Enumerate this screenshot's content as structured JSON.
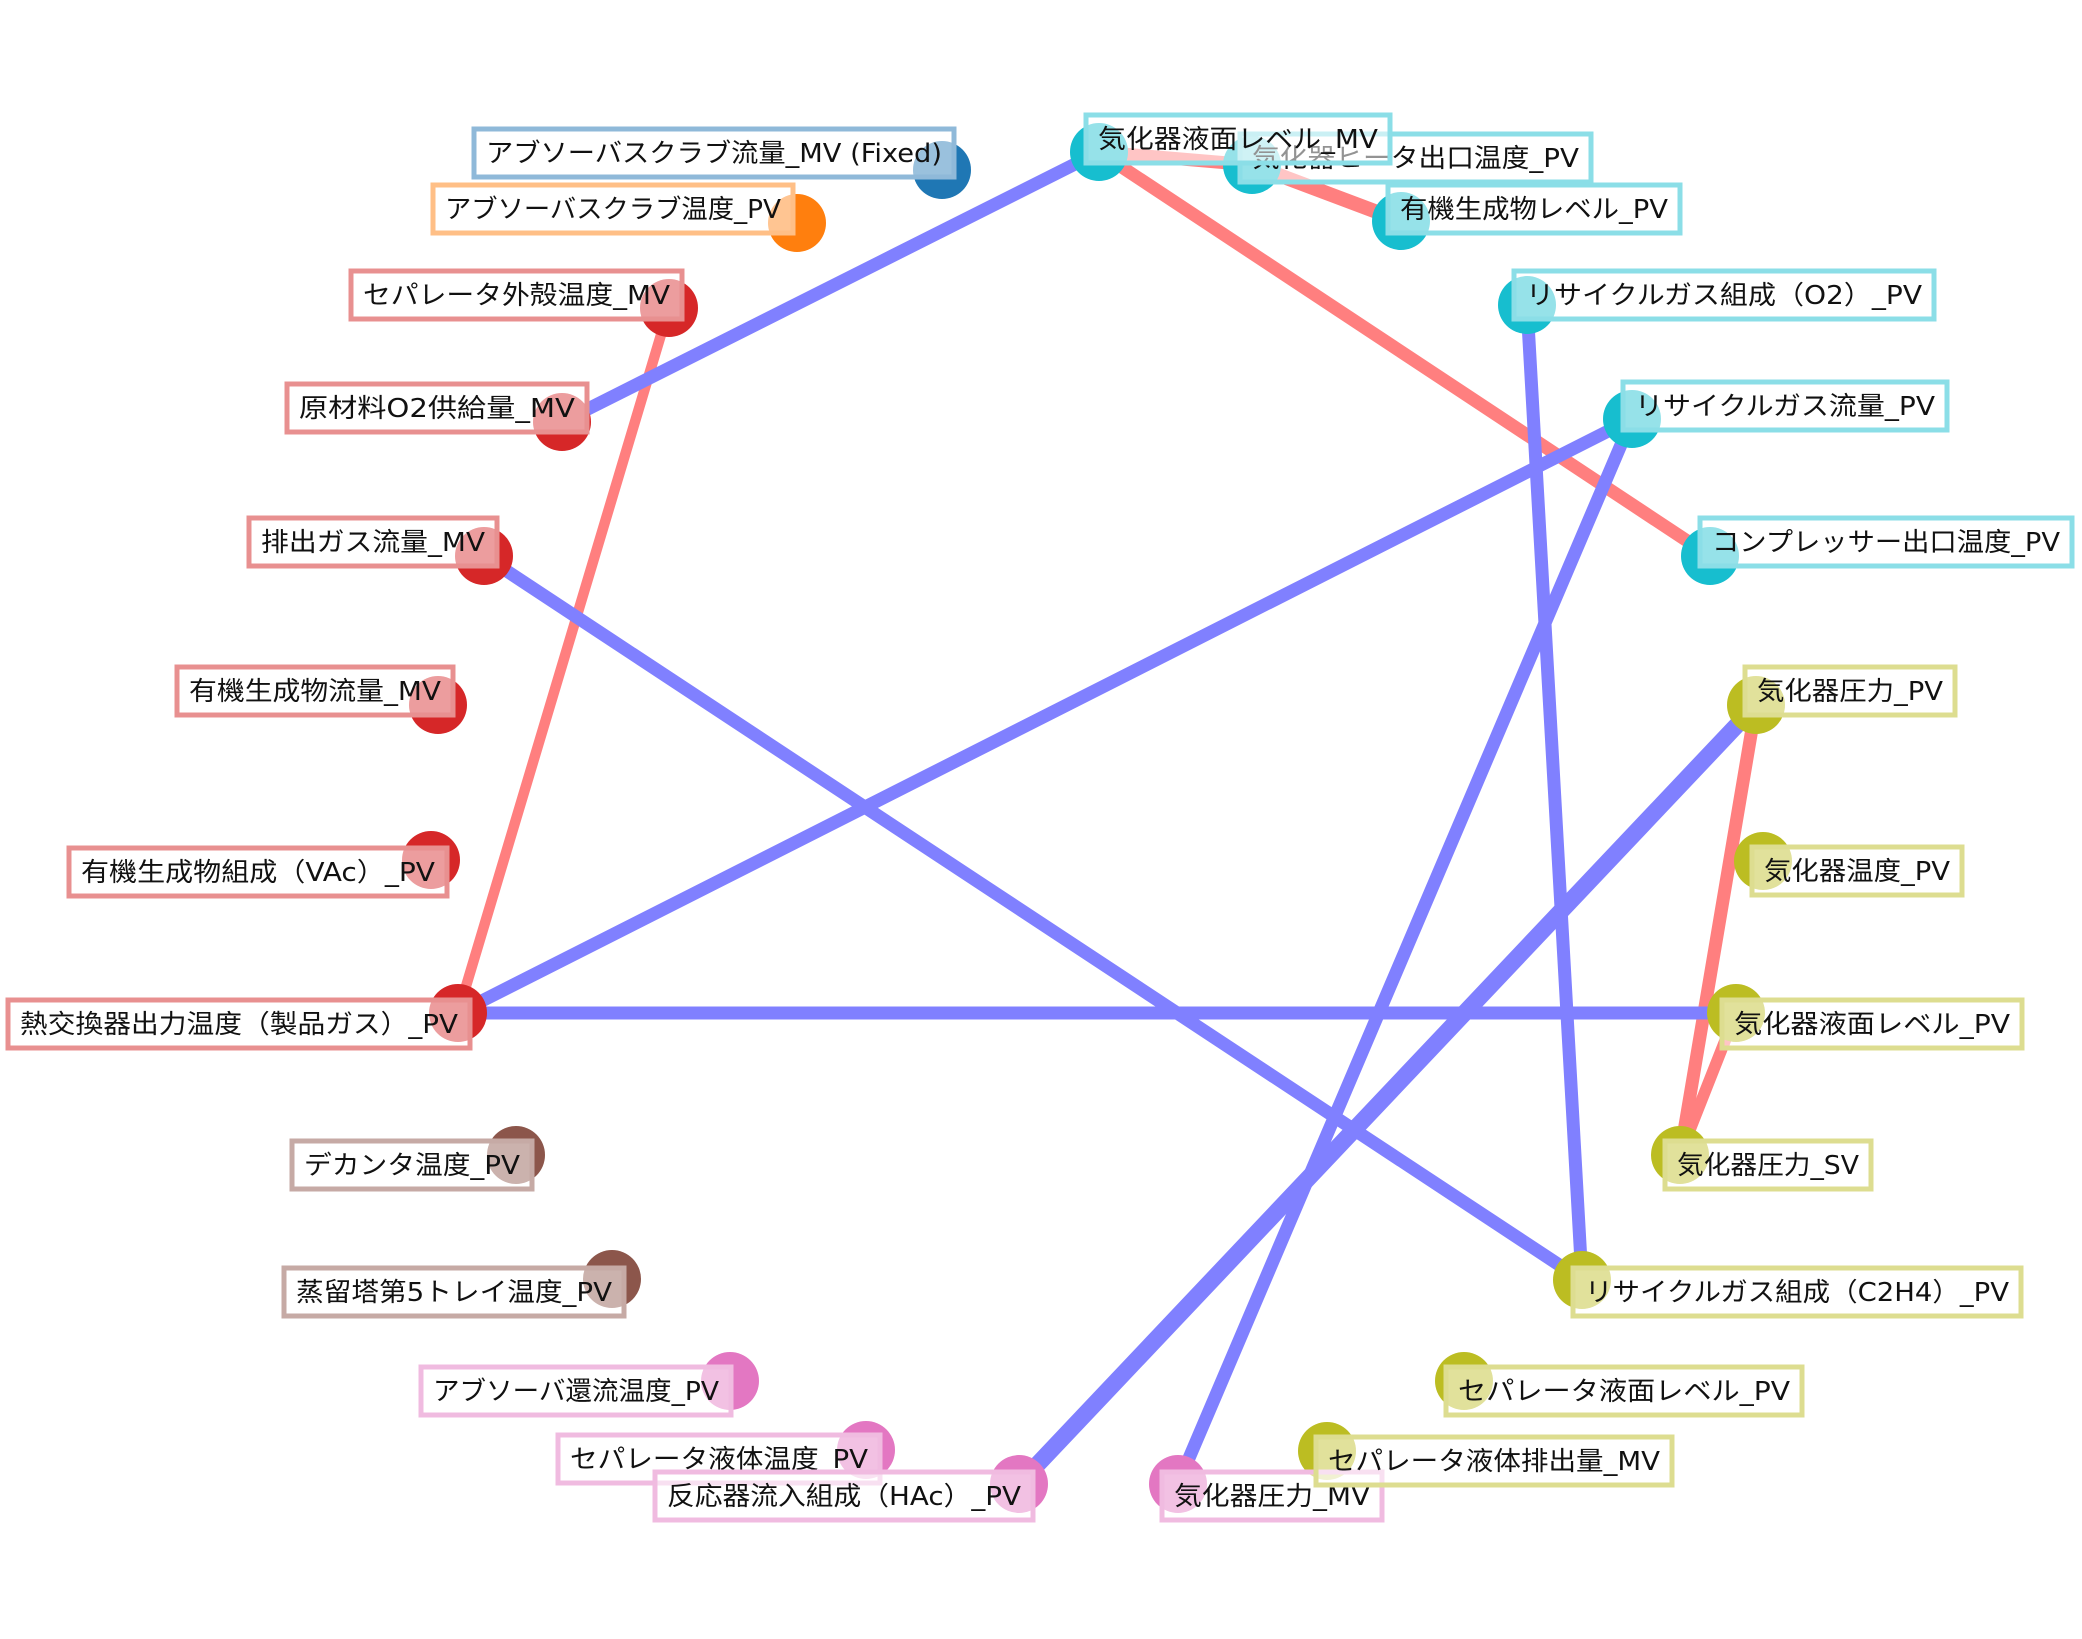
{
  "groups": {
    "blue": {
      "color": "#1f77b4",
      "box": "#8fb9d9"
    },
    "orange": {
      "color": "#ff7f0e",
      "box": "#ffbf86"
    },
    "red": {
      "color": "#d62728",
      "box": "#e89090"
    },
    "brown": {
      "color": "#8c564b",
      "box": "#c6aaa5"
    },
    "pink": {
      "color": "#e377c2",
      "box": "#f0bbe0"
    },
    "olive": {
      "color": "#bcbd22",
      "box": "#dddd90"
    },
    "cyan": {
      "color": "#17becf",
      "box": "#8bdee7"
    }
  },
  "edge_colors": {
    "positive": "#ff7f7f",
    "negative": "#8080ff"
  },
  "nodes": [
    {
      "id": "n1",
      "label": "アブソーバスクラブ流量_MV (Fixed)",
      "group": "blue"
    },
    {
      "id": "n2",
      "label": "アブソーバスクラブ温度_PV",
      "group": "orange"
    },
    {
      "id": "n3",
      "label": "セパレータ外殻温度_MV",
      "group": "red"
    },
    {
      "id": "n4",
      "label": "原材料O2供給量_MV",
      "group": "red"
    },
    {
      "id": "n5",
      "label": "排出ガス流量_MV",
      "group": "red"
    },
    {
      "id": "n6",
      "label": "有機生成物流量_MV",
      "group": "red"
    },
    {
      "id": "n7",
      "label": "有機生成物組成（VAc）_PV",
      "group": "red"
    },
    {
      "id": "n8",
      "label": "熱交換器出力温度（製品ガス）_PV",
      "group": "red"
    },
    {
      "id": "n9",
      "label": "デカンタ温度_PV",
      "group": "brown"
    },
    {
      "id": "n10",
      "label": "蒸留塔第5トレイ温度_PV",
      "group": "brown"
    },
    {
      "id": "n11",
      "label": "アブソーバ還流温度_PV",
      "group": "pink"
    },
    {
      "id": "n12",
      "label": "セパレータ液体温度_PV",
      "group": "pink"
    },
    {
      "id": "n13",
      "label": "反応器流入組成（HAc）_PV",
      "group": "pink"
    },
    {
      "id": "n14",
      "label": "気化器圧力_MV",
      "group": "pink"
    },
    {
      "id": "n15",
      "label": "セパレータ液体排出量_MV",
      "group": "olive"
    },
    {
      "id": "n16",
      "label": "セパレータ液面レベル_PV",
      "group": "olive"
    },
    {
      "id": "n17",
      "label": "リサイクルガス組成（C2H4）_PV",
      "group": "olive"
    },
    {
      "id": "n18",
      "label": "気化器圧力_SV",
      "group": "olive"
    },
    {
      "id": "n19",
      "label": "気化器液面レベル_PV",
      "group": "olive"
    },
    {
      "id": "n20",
      "label": "気化器温度_PV",
      "group": "olive"
    },
    {
      "id": "n21",
      "label": "気化器圧力_PV",
      "group": "olive"
    },
    {
      "id": "n22",
      "label": "コンプレッサー出口温度_PV",
      "group": "cyan"
    },
    {
      "id": "n23",
      "label": "リサイクルガス流量_PV",
      "group": "cyan"
    },
    {
      "id": "n24",
      "label": "リサイクルガス組成（O2）_PV",
      "group": "cyan"
    },
    {
      "id": "n25",
      "label": "有機生成物レベル_PV",
      "group": "cyan"
    },
    {
      "id": "n26",
      "label": "気化器ヒータ出口温度_PV",
      "group": "cyan"
    },
    {
      "id": "n27",
      "label": "気化器液面レベル_MV",
      "group": "cyan"
    }
  ],
  "edges": [
    {
      "from": "n27",
      "to": "n26",
      "sign": "positive",
      "weight": 1.0
    },
    {
      "from": "n26",
      "to": "n25",
      "sign": "positive",
      "weight": 1.1
    },
    {
      "from": "n27",
      "to": "n22",
      "sign": "positive",
      "weight": 1.0
    },
    {
      "from": "n3",
      "to": "n8",
      "sign": "positive",
      "weight": 0.8
    },
    {
      "from": "n21",
      "to": "n18",
      "sign": "positive",
      "weight": 1.0
    },
    {
      "from": "n19",
      "to": "n18",
      "sign": "positive",
      "weight": 0.9
    },
    {
      "from": "n4",
      "to": "n27",
      "sign": "negative",
      "weight": 1.0
    },
    {
      "from": "n5",
      "to": "n17",
      "sign": "negative",
      "weight": 1.0
    },
    {
      "from": "n8",
      "to": "n23",
      "sign": "negative",
      "weight": 1.0
    },
    {
      "from": "n8",
      "to": "n19",
      "sign": "negative",
      "weight": 1.0
    },
    {
      "from": "n24",
      "to": "n17",
      "sign": "negative",
      "weight": 1.0
    },
    {
      "from": "n23",
      "to": "n14",
      "sign": "negative",
      "weight": 1.0
    },
    {
      "from": "n21",
      "to": "n13",
      "sign": "negative",
      "weight": 1.3
    }
  ]
}
